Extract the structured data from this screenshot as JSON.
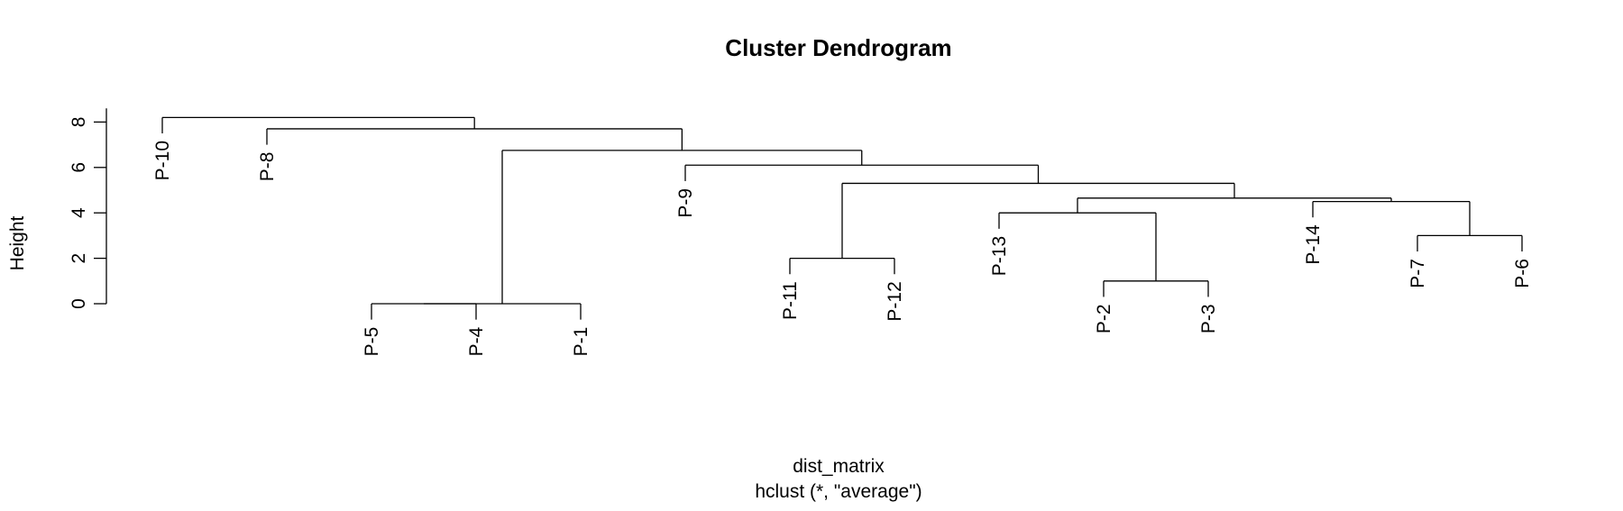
{
  "chart_data": {
    "type": "dendrogram",
    "title": "Cluster Dendrogram",
    "xlabel": "dist_matrix",
    "subtitle": "hclust (*, \"average\")",
    "ylabel": "Height",
    "ylim": [
      0,
      8
    ],
    "yticks": [
      0,
      2,
      4,
      6,
      8
    ],
    "leaves": [
      "P-10",
      "P-8",
      "P-5",
      "P-4",
      "P-1",
      "P-9",
      "P-11",
      "P-12",
      "P-13",
      "P-2",
      "P-3",
      "P-14",
      "P-7",
      "P-6"
    ],
    "merges": [
      {
        "a": "P-5",
        "b": "P-4",
        "height": 0
      },
      {
        "a": "P-5,P-4",
        "b": "P-1",
        "height": 0
      },
      {
        "a": "P-2",
        "b": "P-3",
        "height": 1.0
      },
      {
        "a": "P-11",
        "b": "P-12",
        "height": 2.0
      },
      {
        "a": "P-7",
        "b": "P-6",
        "height": 3.0
      },
      {
        "a": "P-13",
        "b": "P-2,P-3",
        "height": 4.0
      },
      {
        "a": "P-14",
        "b": "P-7,P-6",
        "height": 4.5
      },
      {
        "a": "P-13,P-2,P-3",
        "b": "P-14,P-7,P-6",
        "height": 4.65
      },
      {
        "a": "P-11,P-12",
        "b": "P-13,P-2,P-3,P-14,P-7,P-6",
        "height": 5.3
      },
      {
        "a": "P-9",
        "b": "P-11,...,P-6",
        "height": 6.1
      },
      {
        "a": "P-5,P-4,P-1",
        "b": "P-9,...,P-6",
        "height": 6.75
      },
      {
        "a": "P-8",
        "b": "P-5,...,P-6",
        "height": 7.7
      },
      {
        "a": "P-10",
        "b": "P-8,...,P-6",
        "height": 8.2
      }
    ]
  }
}
